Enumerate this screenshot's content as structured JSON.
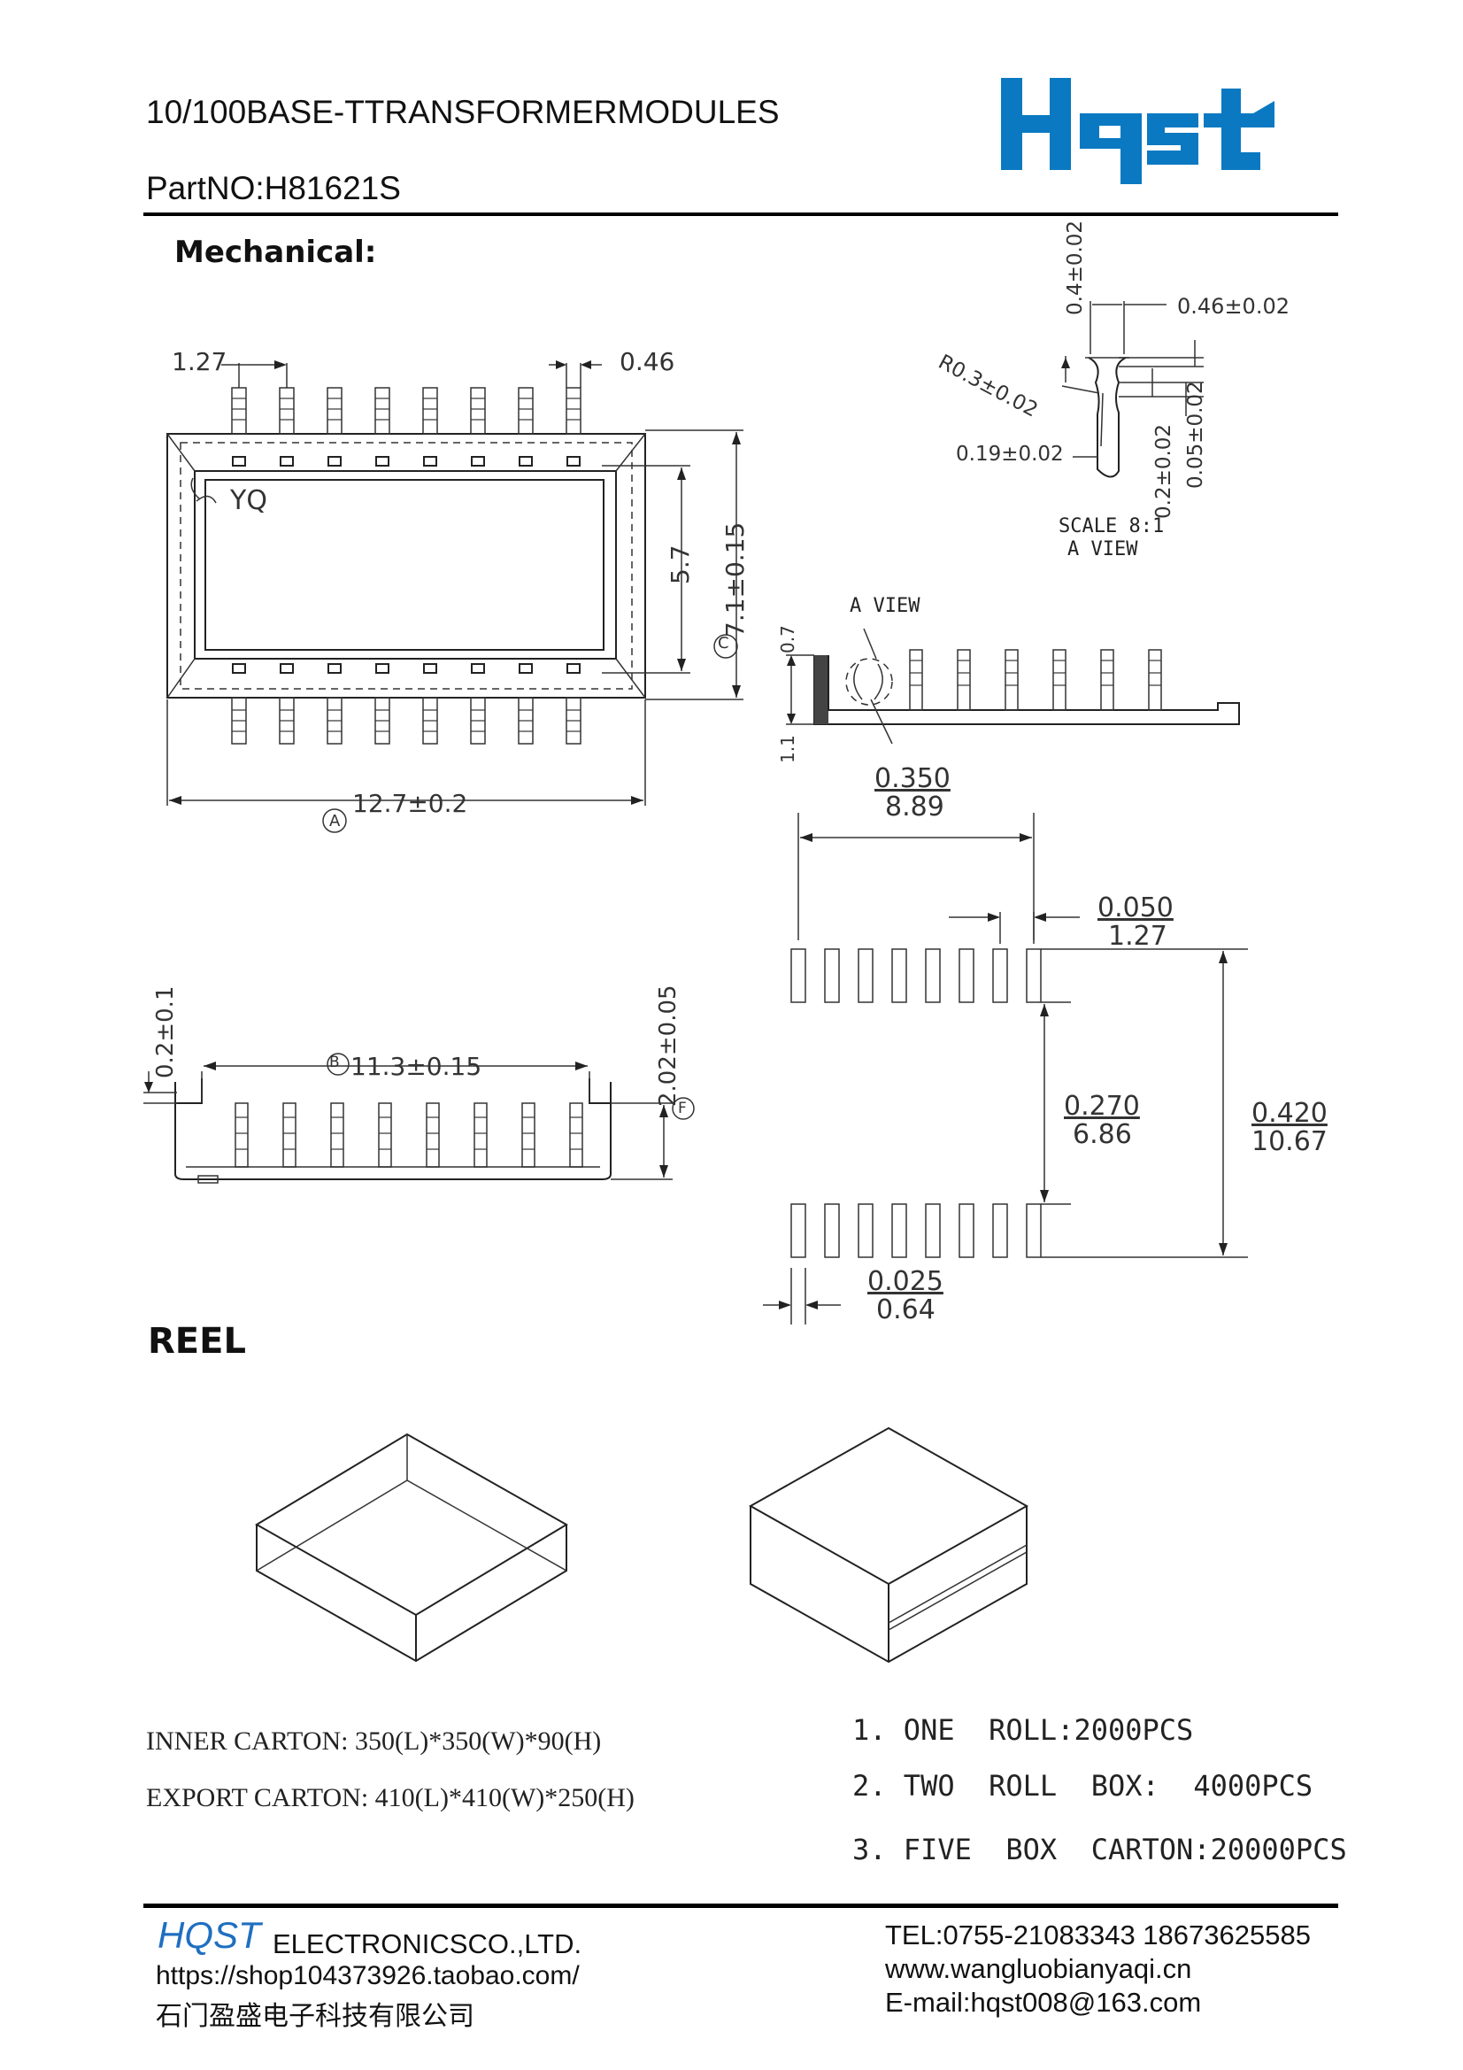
{
  "header": {
    "title": "10/100BASE-TTRANSFORMERMODULES",
    "part_no": "PartNO:H81621S",
    "logo_text": "Hqst"
  },
  "mechanical": {
    "heading": "Mechanical:",
    "top_view": {
      "pitch": "1.27",
      "lead_width": "0.46",
      "marking": "YQ",
      "inner_height": "5.7",
      "outer_height": "7.1±0.15",
      "label_c": "C",
      "width": "12.7±0.2",
      "label_a": "A"
    },
    "side_view": {
      "length": "11.3±0.15",
      "label_b": "B",
      "standoff": "0.2±0.1",
      "height": "2.02±0.05",
      "label_f": "F"
    },
    "a_view_detail": {
      "dim1": "0.4±0.02",
      "dim2": "0.46±0.02",
      "radius": "R0.3±0.02",
      "dim3": "0.19±0.02",
      "dim4": "0.2±0.02",
      "dim5": "0.05±0.02",
      "scale": "SCALE 8:1",
      "view_name": "A VIEW"
    },
    "end_view": {
      "a_view_label": "A VIEW",
      "dim_top": "0.7",
      "dim_bottom": "1.1"
    },
    "footprint": {
      "span_in": "0.350",
      "span_mm": "8.89",
      "pitch_in": "0.050",
      "pitch_mm": "1.27",
      "gap_in": "0.270",
      "gap_mm": "6.86",
      "total_in": "0.420",
      "total_mm": "10.67",
      "pad_in": "0.025",
      "pad_mm": "0.64"
    }
  },
  "reel": {
    "heading": "REEL",
    "inner_carton": "INNER CARTON: 350(L)*350(W)*90(H)",
    "export_carton": "EXPORT CARTON: 410(L)*410(W)*250(H)",
    "packing": [
      "1. ONE  ROLL:2000PCS",
      "2. TWO  ROLL  BOX:  4000PCS",
      "3. FIVE  BOX  CARTON:20000PCS"
    ]
  },
  "footer": {
    "brand": "HQST",
    "company": "ELECTRONICSCO.,LTD.",
    "shop_url": "https://shop104373926.taobao.com/",
    "cn_name": "石门盈盛电子科技有限公司",
    "tel": "TEL:0755-21083343 18673625585",
    "website": "www.wangluobianyaqi.cn",
    "email": "E-mail:hqst008@163.com"
  },
  "colors": {
    "logo_blue": "#0a79c2",
    "brand_blue": "#1f6fc0"
  }
}
